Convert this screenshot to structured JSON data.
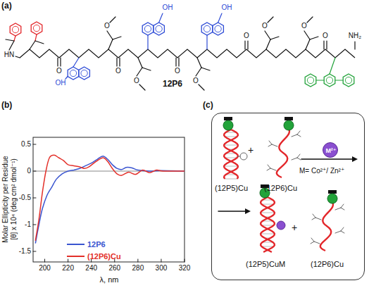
{
  "diagram": {
    "nodes": [
      {
        "text": [
          "(12P5)Cu",
          "+",
          "(12P6)Cu",
          "M= Co²⁺/ Zn²⁺",
          "(12P5)CuM",
          "+",
          "(12P6)Cu"
        ]
      },
      {
        "text": [
          "M²⁺"
        ],
        "in": 0
      }
    ],
    "labels": [
      "(a)",
      "12P6",
      "OH",
      "OH",
      "OH",
      "HN",
      "NH₂",
      "O",
      "O",
      "O",
      "O",
      "O",
      "O",
      "O",
      "O",
      "O",
      "O",
      "(b)",
      "0.5",
      "0",
      "-0.5",
      "-1",
      "-1.5",
      "200",
      "220",
      "240",
      "260",
      "280",
      "300",
      "320",
      "Molar Ellipticity per Residue",
      "[θ] x 10⁴ (deg cm² dmol⁻¹)",
      "λ, nm",
      "(c)"
    ],
    "legend": [
      {
        "text": "12P6",
        "color": "#3a55d0"
      },
      {
        "text": "(12P6)Cu",
        "color": "#e3302a"
      }
    ]
  }
}
